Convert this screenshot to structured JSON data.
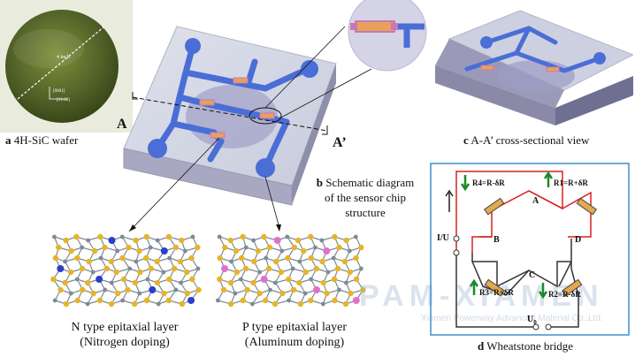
{
  "panel_a": {
    "letter": "a",
    "caption": "4H-SiC wafer",
    "wafer_size_label": "4 inch",
    "dir1": "[0001]",
    "dir2": "[11-20]"
  },
  "panel_b": {
    "letter": "b",
    "caption_lines": [
      "Schematic diagram",
      "of the sensor chip",
      "structure"
    ],
    "section_left": "A",
    "section_right": "A’"
  },
  "panel_c": {
    "letter": "c",
    "caption": "A-A’ cross-sectional view"
  },
  "panel_d": {
    "letter": "d",
    "caption": "Wheatstone bridge",
    "resistors": {
      "r1": "R1=R+δR",
      "r2": "R2=R-δR",
      "r3": "R3=R+δR",
      "r4": "R4=R-δR"
    },
    "nodes": {
      "a": "A",
      "b": "B",
      "c": "C",
      "d": "D"
    },
    "input_label": "I/U",
    "output_label": "U",
    "output_subscript": "0"
  },
  "atomic": {
    "n_type_lines": [
      "N type epitaxial layer",
      "(Nitrogen doping)"
    ],
    "p_type_lines": [
      "P type epitaxial layer",
      "(Aluminum doping)"
    ]
  },
  "watermark": {
    "word": "PAM-XIAMEN",
    "sub": "Xiamen Powerway Advanced Material Co.,Ltd."
  },
  "colors": {
    "chip_trace": "#4a6ed6",
    "bridge_red": "#d82020",
    "bridge_black": "#333333",
    "box_border": "#3d8fd0",
    "atom_yellow": "#e6b428",
    "atom_gray": "#7d8a96",
    "n_dopant": "#2a3fc8",
    "p_dopant": "#e070d0"
  }
}
